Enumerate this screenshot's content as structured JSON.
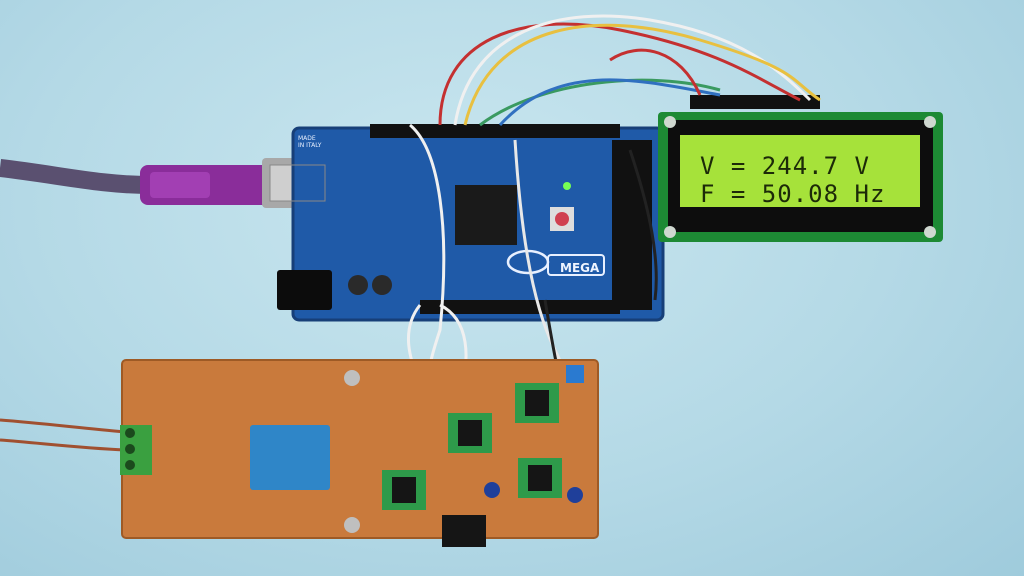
{
  "lcd": {
    "line1": "V = 244.7 V",
    "line2": "F = 50.08 Hz",
    "backlight_color": "#a6e23a"
  },
  "arduino": {
    "logo_text": "MEGA",
    "made_in": "MADE\nIN ITALY",
    "board_color": "#1f5aa8"
  },
  "icons": [
    "usb-plug-icon",
    "led-icon"
  ]
}
